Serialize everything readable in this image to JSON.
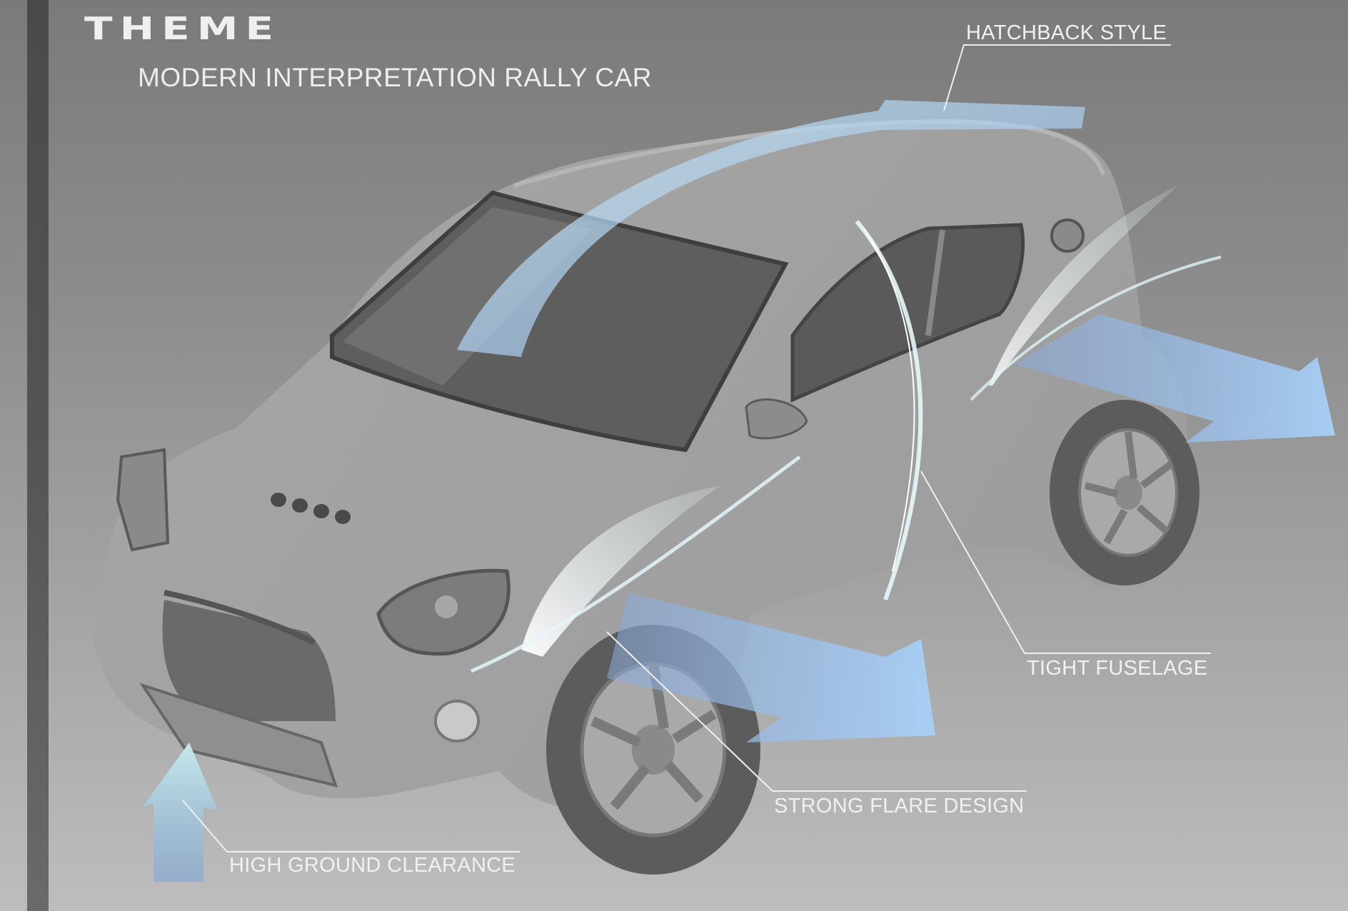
{
  "header": {
    "title": "THEME",
    "subtitle": "MODERN INTERPRETATION RALLY CAR"
  },
  "callouts": [
    {
      "id": "hatchback",
      "label": "HATCHBACK STYLE"
    },
    {
      "id": "fuselage",
      "label": "TIGHT FUSELAGE"
    },
    {
      "id": "flare",
      "label": "STRONG FLARE DESIGN"
    },
    {
      "id": "ground",
      "label": "HIGH GROUND CLEARANCE"
    }
  ],
  "colors": {
    "accent_arrow": "#9ec6f0",
    "accent_glow": "#d8f4f8",
    "text": "#f1f1f1"
  }
}
